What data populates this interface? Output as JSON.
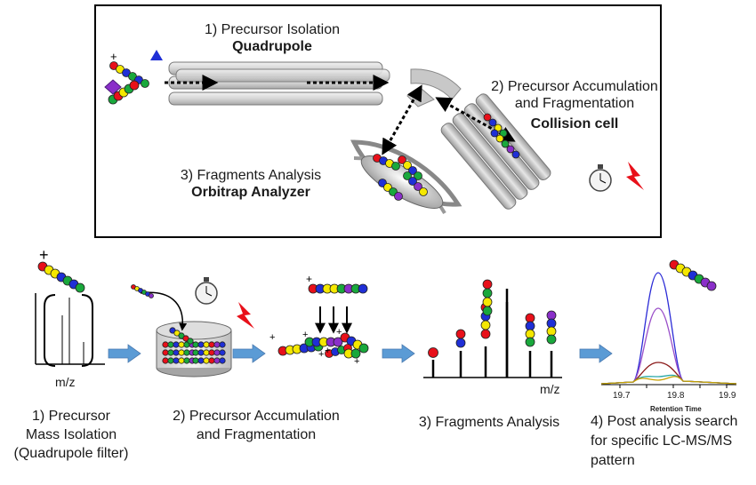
{
  "top_panel": {
    "step1": {
      "line1": "1) Precursor Isolation",
      "line2": "Quadrupole"
    },
    "step2": {
      "line1": "2) Precursor Accumulation",
      "line2": "and Fragmentation",
      "line3": "Collision cell"
    },
    "step3": {
      "line1": "3) Fragments Analysis",
      "line2": "Orbitrap Analyzer"
    },
    "ion_charge": "+"
  },
  "bottom_panel": {
    "step1": {
      "line1": "1) Precursor",
      "line2": "Mass Isolation",
      "line3": "(Quadrupole filter)",
      "axis_label": "m/z",
      "charge": "+"
    },
    "step2": {
      "line1": "2) Precursor Accumulation",
      "line2": "and Fragmentation"
    },
    "step3": {
      "line1": "3) Fragments Analysis",
      "axis_label": "m/z"
    },
    "step4": {
      "line1": "4) Post analysis search",
      "line2": "for specific LC-MS/MS",
      "line3": "pattern",
      "x_ticks": [
        "19.7",
        "19.8",
        "19.9"
      ],
      "x_axis_title": "Retention Time"
    }
  },
  "colors": {
    "red": "#e8101a",
    "yellow": "#f5e800",
    "green": "#19a83c",
    "blue": "#1f2fd6",
    "purple": "#8a2fc9",
    "arrow": "#5b9bd5"
  },
  "icons": [
    "stopwatch-icon",
    "lightning-icon",
    "process-arrow-icon"
  ]
}
